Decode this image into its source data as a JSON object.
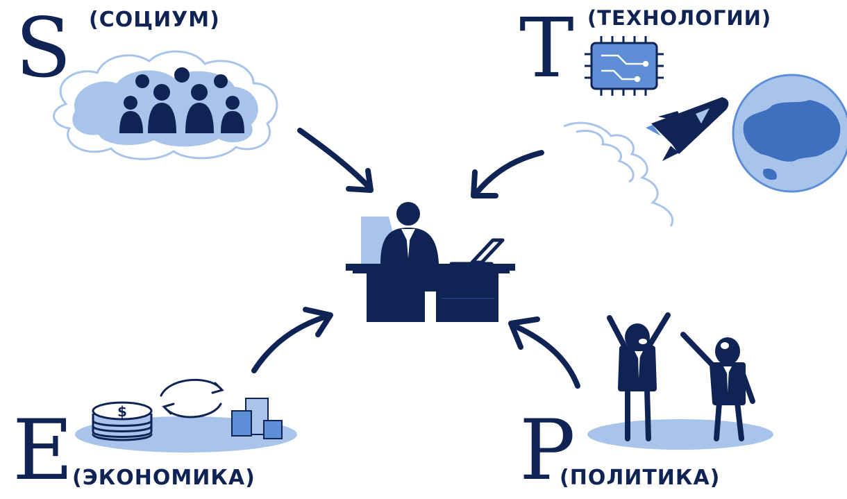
{
  "labels": {
    "s_letter": "S",
    "s_caption": "(СОЦИУМ)",
    "t_letter": "T",
    "t_caption": "(ТЕХНОЛОГИИ)",
    "e_letter": "E",
    "e_caption": "(ЭКОНОМИКА)",
    "p_letter": "P",
    "p_caption": "(ПОЛИТИКА)"
  },
  "coin_symbol": "$",
  "colors": {
    "navy": "#0f2454",
    "light_blue": "#a9c4ea",
    "mid_blue": "#5d8ed6"
  },
  "icons": [
    "people-group-icon",
    "cloud-icon",
    "microchip-icon",
    "rocket-icon",
    "globe-icon",
    "businessman-at-desk-icon",
    "laptop-icon",
    "coin-stack-icon",
    "cycle-arrows-icon",
    "building-blocks-icon",
    "cheering-people-icon",
    "arrow-icon"
  ]
}
